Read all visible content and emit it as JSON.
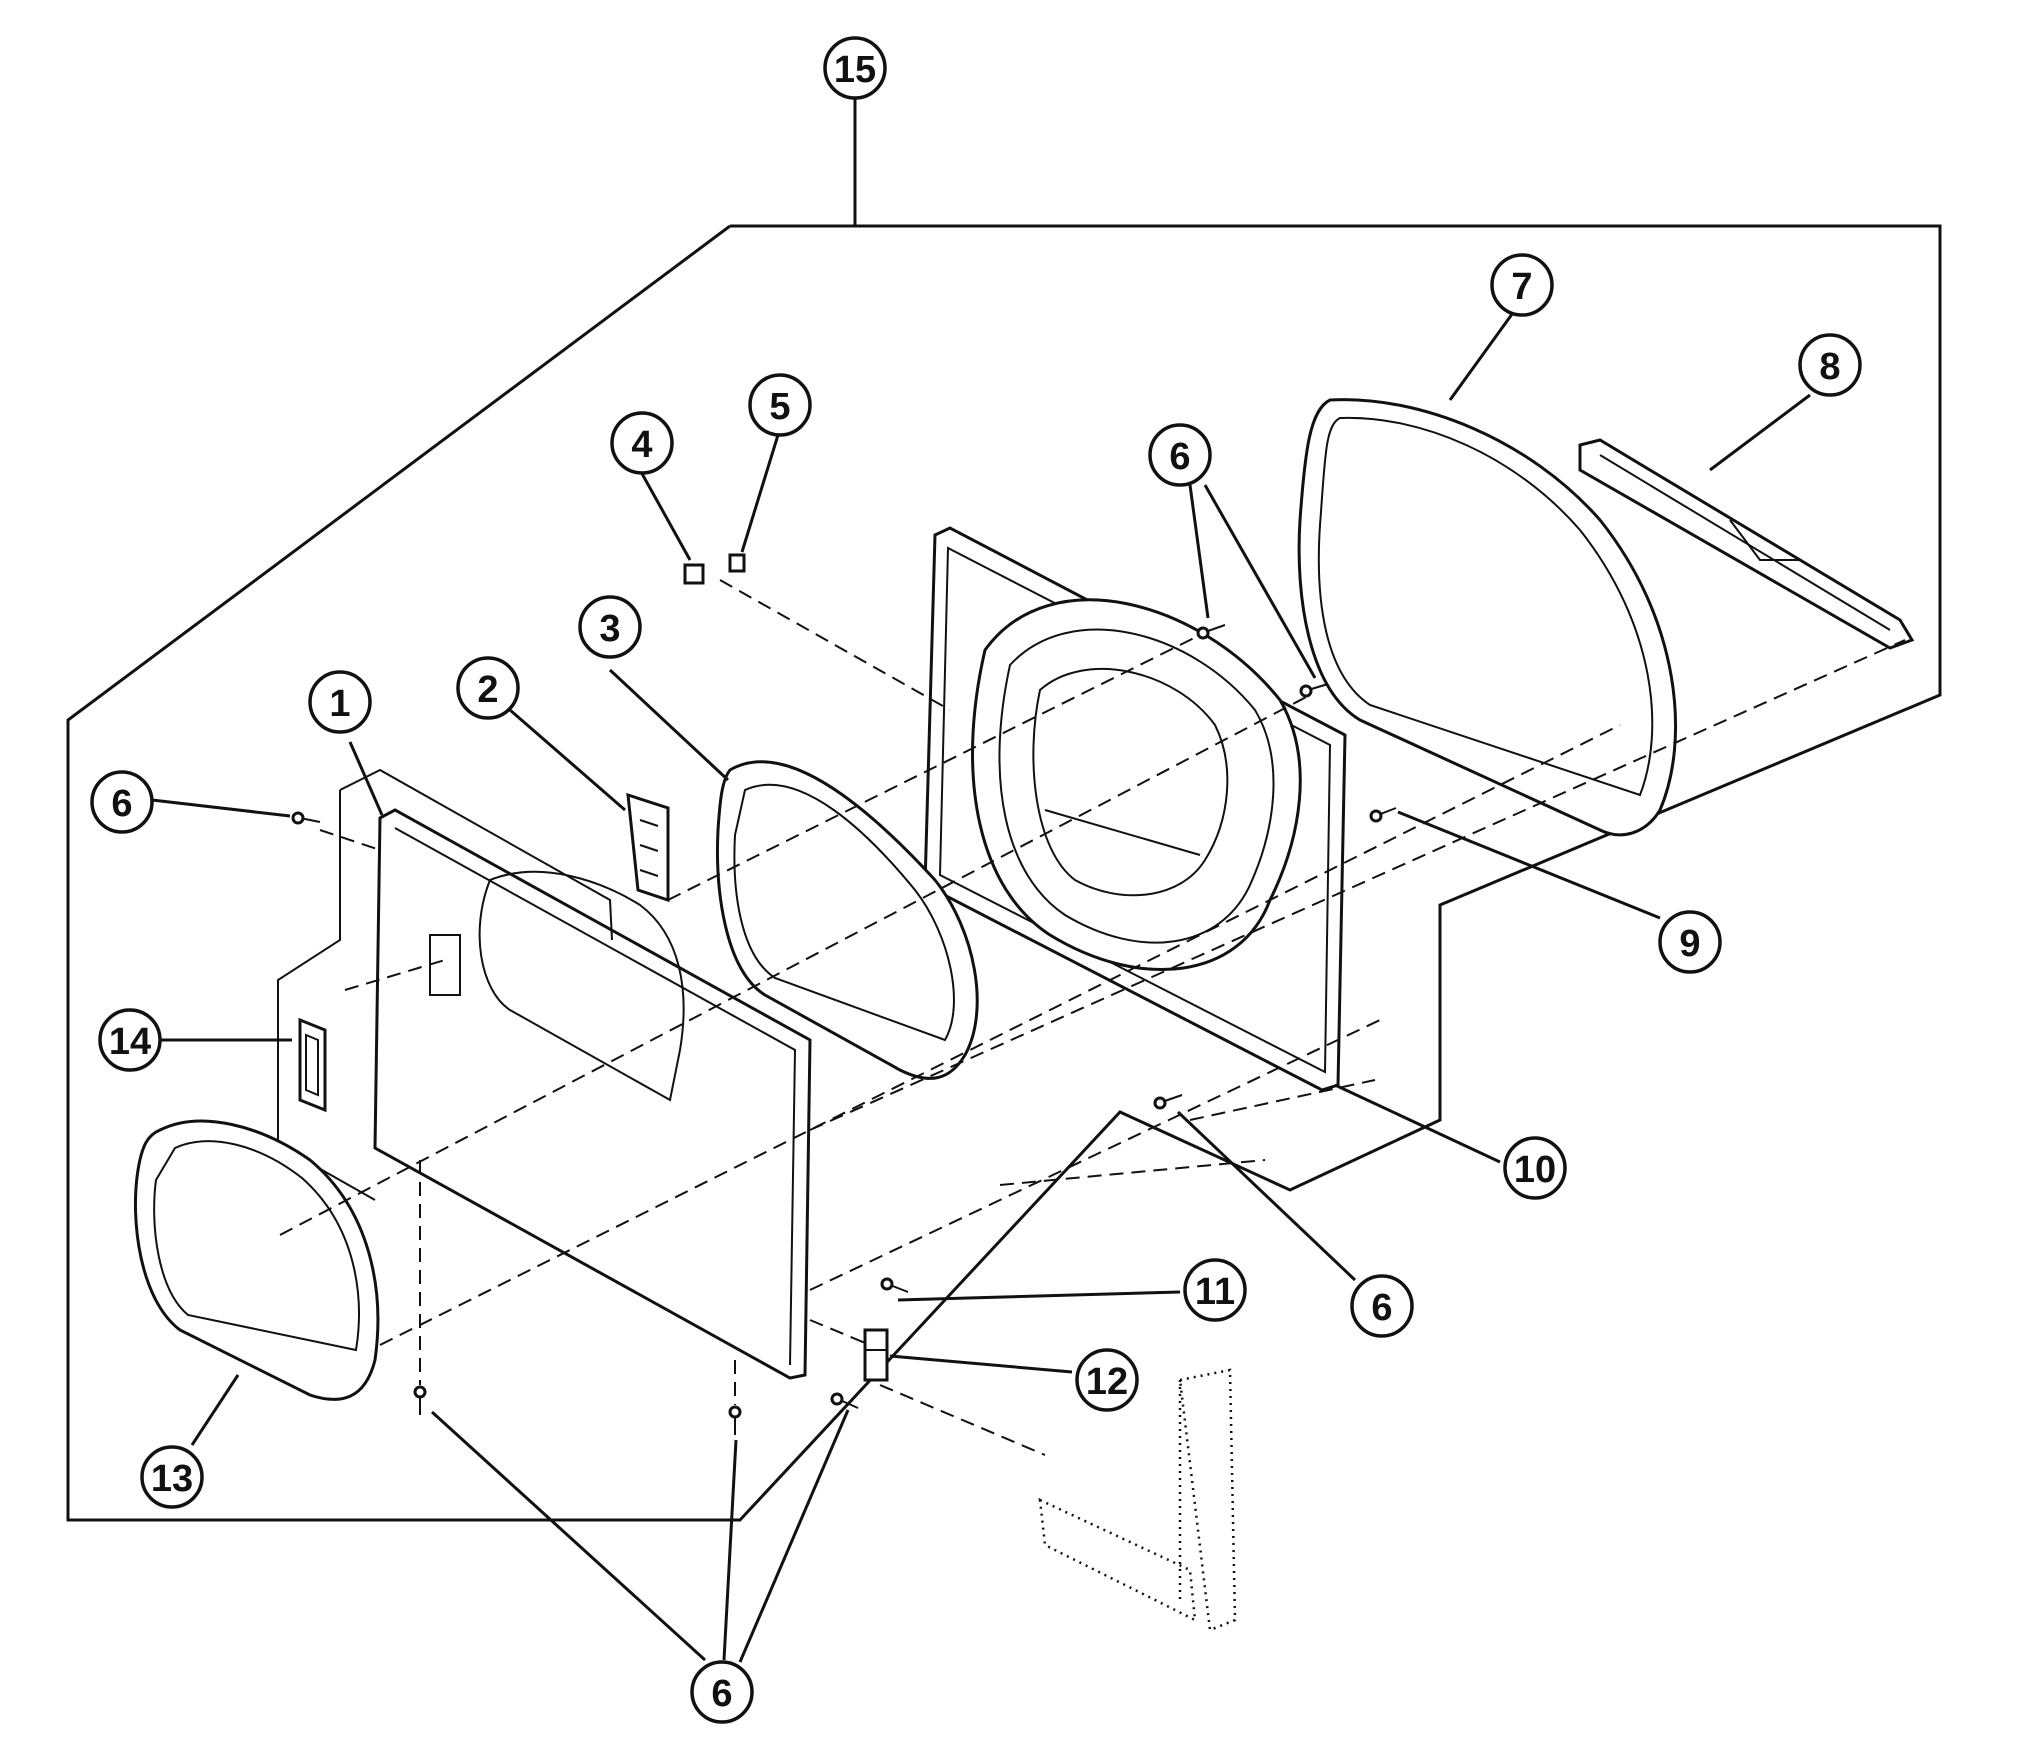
{
  "diagram": {
    "callouts": [
      {
        "id": "c15",
        "label": "15"
      },
      {
        "id": "c7",
        "label": "7"
      },
      {
        "id": "c8",
        "label": "8"
      },
      {
        "id": "c5",
        "label": "5"
      },
      {
        "id": "c4",
        "label": "4"
      },
      {
        "id": "c6a",
        "label": "6"
      },
      {
        "id": "c3",
        "label": "3"
      },
      {
        "id": "c2",
        "label": "2"
      },
      {
        "id": "c1",
        "label": "1"
      },
      {
        "id": "c6b",
        "label": "6"
      },
      {
        "id": "c9",
        "label": "9"
      },
      {
        "id": "c14",
        "label": "14"
      },
      {
        "id": "c10",
        "label": "10"
      },
      {
        "id": "c11",
        "label": "11"
      },
      {
        "id": "c6c",
        "label": "6"
      },
      {
        "id": "c12",
        "label": "12"
      },
      {
        "id": "c13",
        "label": "13"
      },
      {
        "id": "c6d",
        "label": "6"
      }
    ]
  }
}
